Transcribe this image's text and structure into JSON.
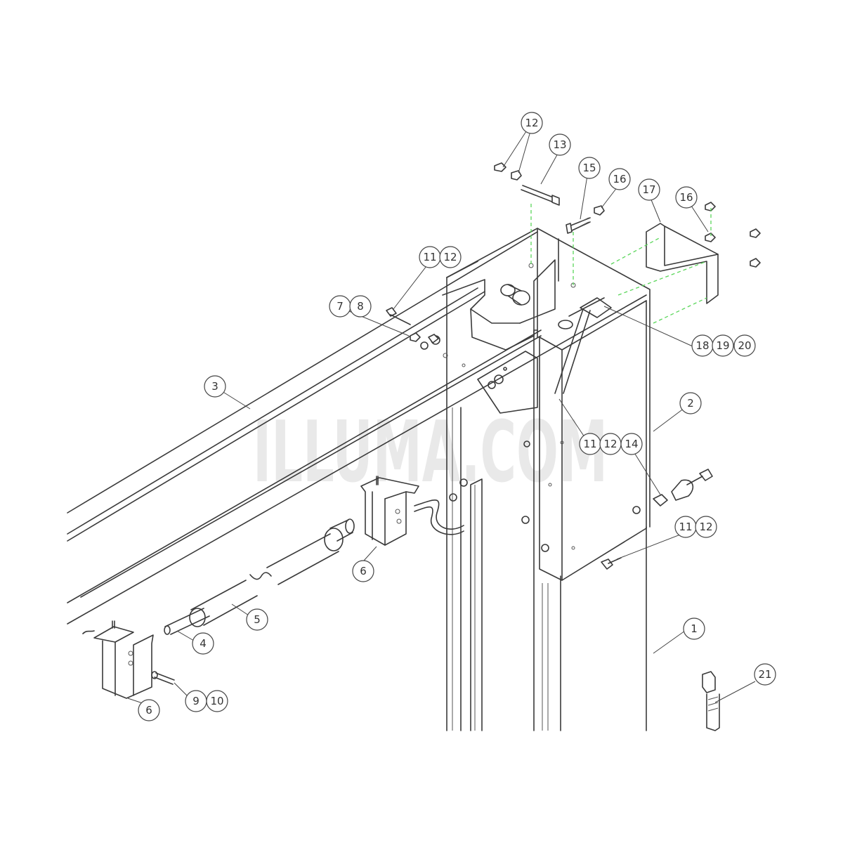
{
  "watermark": "ILLUMA.COM",
  "colors": {
    "line": "#3a3a3a",
    "hidden_line": "#5ad65a",
    "watermark": "#d8d8d8"
  },
  "callouts": [
    "1",
    "2",
    "3",
    "4",
    "5",
    "6",
    "6",
    "7",
    "8",
    "9",
    "10",
    "11",
    "12",
    "11",
    "12",
    "11",
    "12",
    "12",
    "13",
    "14",
    "15",
    "16",
    "16",
    "17",
    "18",
    "19",
    "20",
    "21"
  ]
}
